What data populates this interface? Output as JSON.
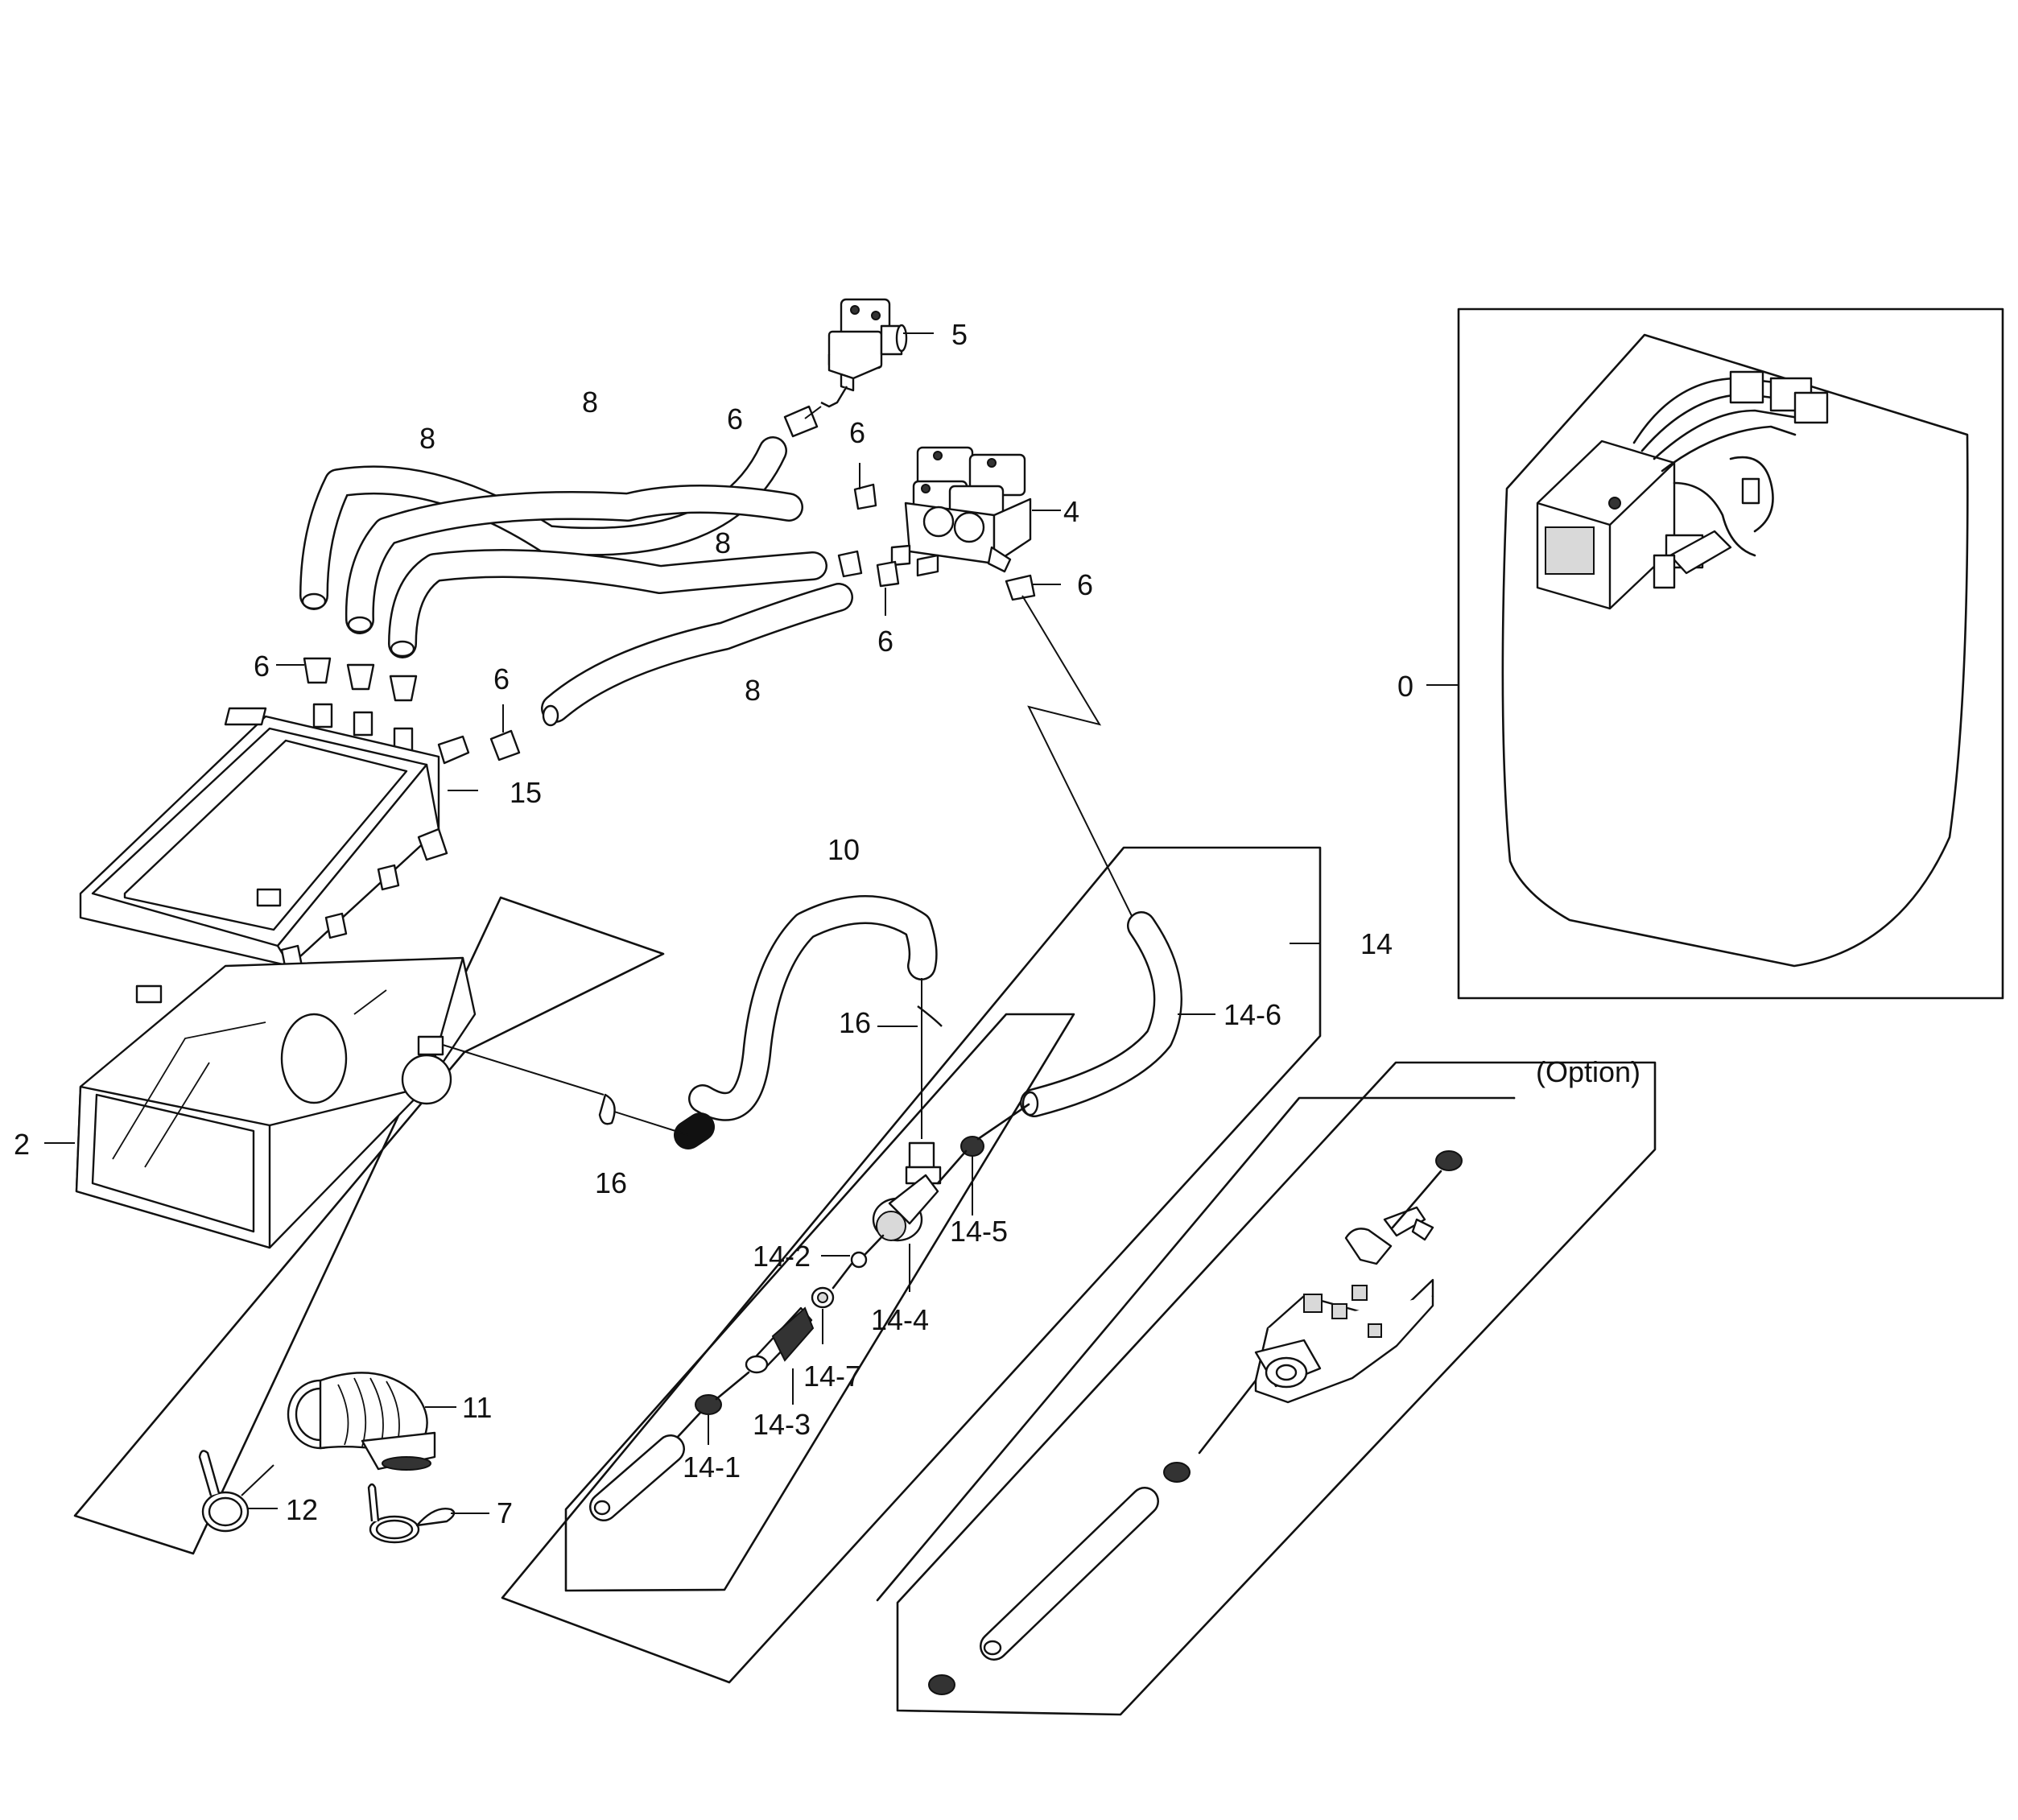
{
  "diagram": {
    "callouts": {
      "c0": "0",
      "c2": "2",
      "c4": "4",
      "c5": "5",
      "c6a": "6",
      "c6b": "6",
      "c6c": "6",
      "c6d": "6",
      "c6e": "6",
      "c6f": "6",
      "c7": "7",
      "c8a": "8",
      "c8b": "8",
      "c8c": "8",
      "c8d": "8",
      "c10": "10",
      "c11": "11",
      "c12": "12",
      "c14": "14",
      "c14_1": "14-1",
      "c14_2": "14-2",
      "c14_3": "14-3",
      "c14_4": "14-4",
      "c14_5": "14-5",
      "c14_6": "14-6",
      "c14_7": "14-7",
      "c15": "15",
      "c16a": "16",
      "c16b": "16"
    },
    "option_label": "(Option)"
  }
}
